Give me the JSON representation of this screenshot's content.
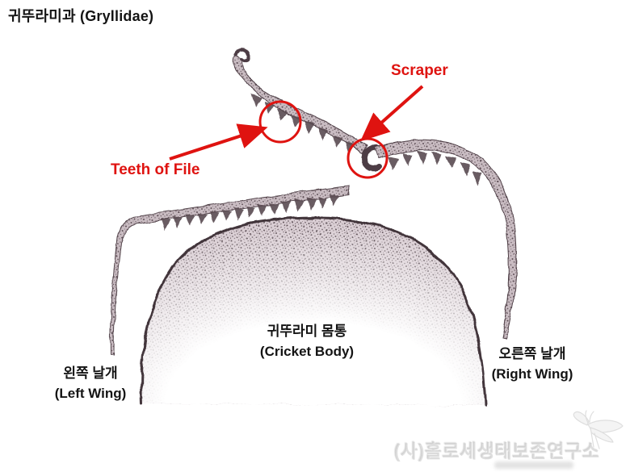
{
  "title": "귀뚜라미과 (Gryllidae)",
  "annotations": {
    "scraper_label": "Scraper",
    "teeth_of_file_label": "Teeth of File"
  },
  "parts": {
    "body_ko": "귀뚜라미 몸통",
    "body_en": "(Cricket Body)",
    "left_wing_ko": "왼쪽 날개",
    "left_wing_en": "(Left Wing)",
    "right_wing_ko": "오른쪽 날개",
    "right_wing_en": "(Right Wing)"
  },
  "watermark": {
    "text": "(사)홀로세생태보존연구소",
    "logo_icon": "butterfly-logo-icon"
  },
  "colors": {
    "annotation_red": "#df1310",
    "ink": "#4d3e45",
    "background": "#ffffff",
    "watermark_gray": "#b0b0b0"
  }
}
